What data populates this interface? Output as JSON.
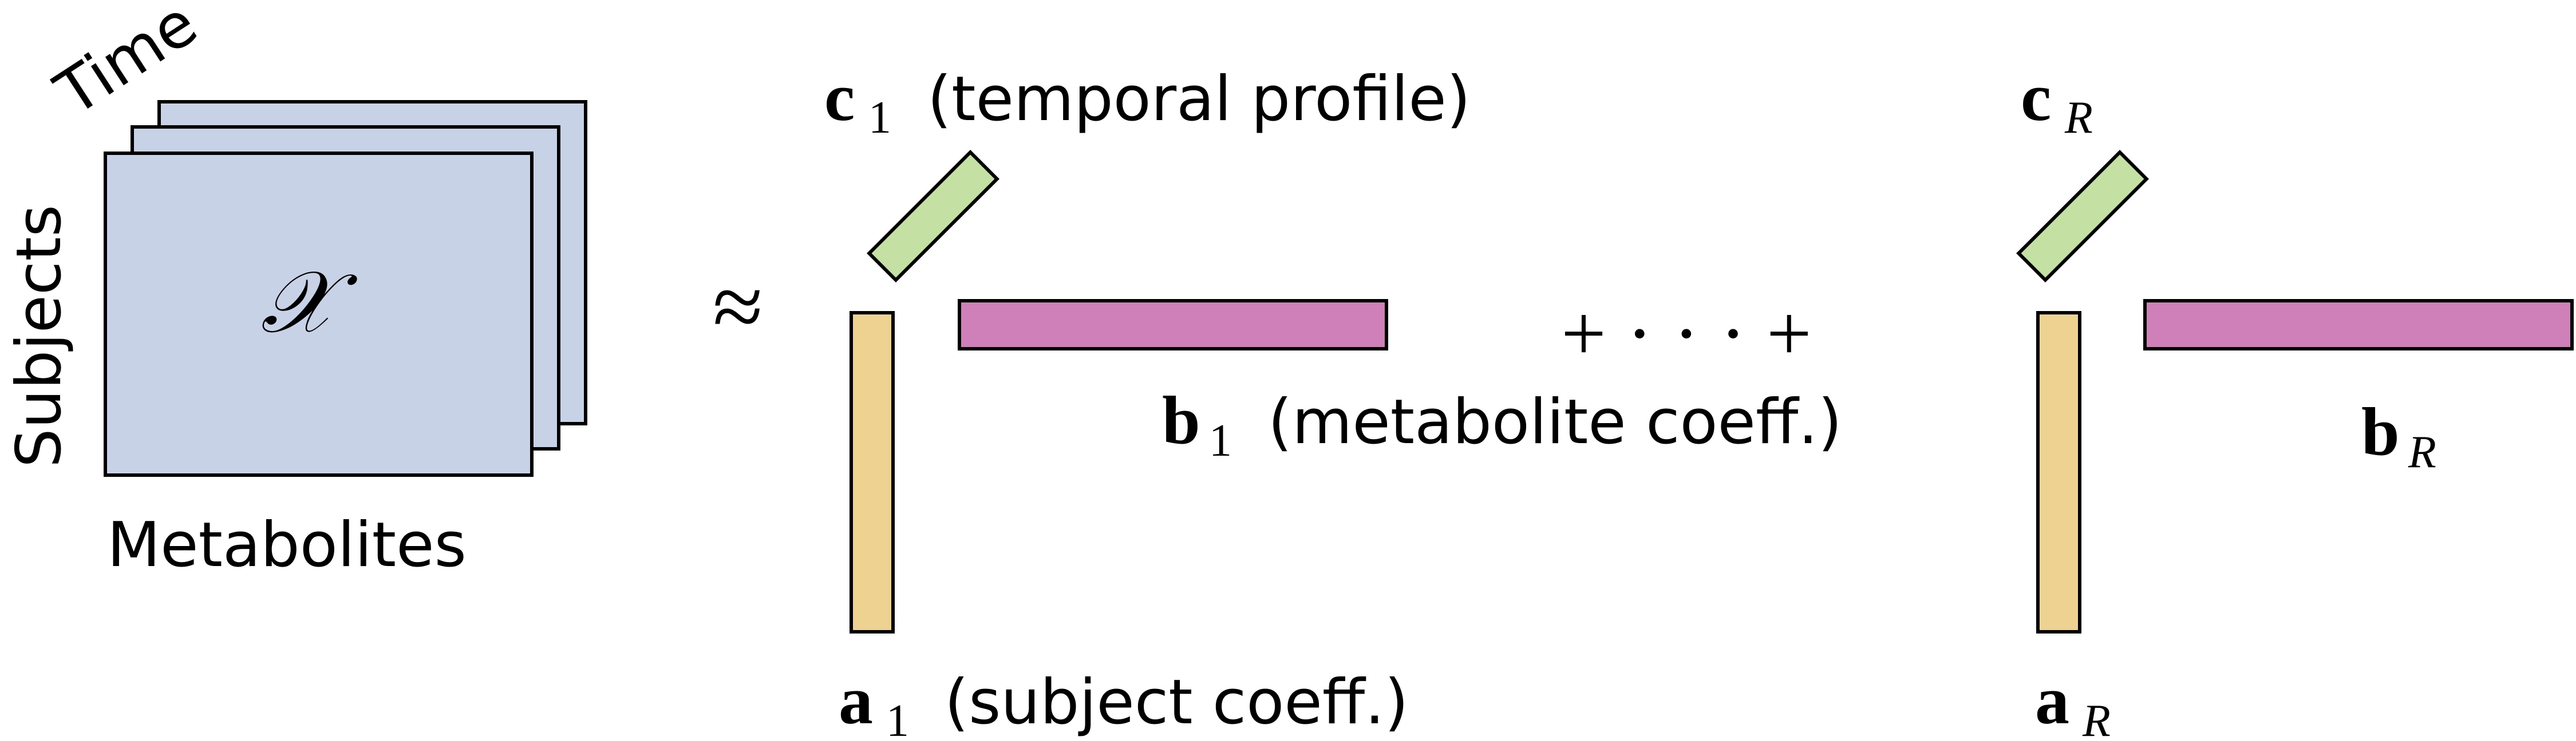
{
  "tensor": {
    "time_label": "Time",
    "subjects_label": "Subjects",
    "metabolites_label": "Metabolites",
    "symbol": "𝒳",
    "face_color": "#c8d2e6"
  },
  "approx_symbol": "≈",
  "component_1": {
    "c_label": "c",
    "c_index": "1",
    "c_desc": "(temporal profile)",
    "b_label": "b",
    "b_index": "1",
    "b_desc": "(metabolite coeff.)",
    "a_label": "a",
    "a_index": "1",
    "a_desc": "(subject coeff.)"
  },
  "ellipsis": "+ · · · +",
  "component_R": {
    "c_label": "c",
    "c_index": "R",
    "b_label": "b",
    "b_index": "R",
    "a_label": "a",
    "a_index": "R"
  },
  "colors": {
    "temporal": "#c5e0a3",
    "metabolite": "#d080b8",
    "subject": "#eed292"
  }
}
